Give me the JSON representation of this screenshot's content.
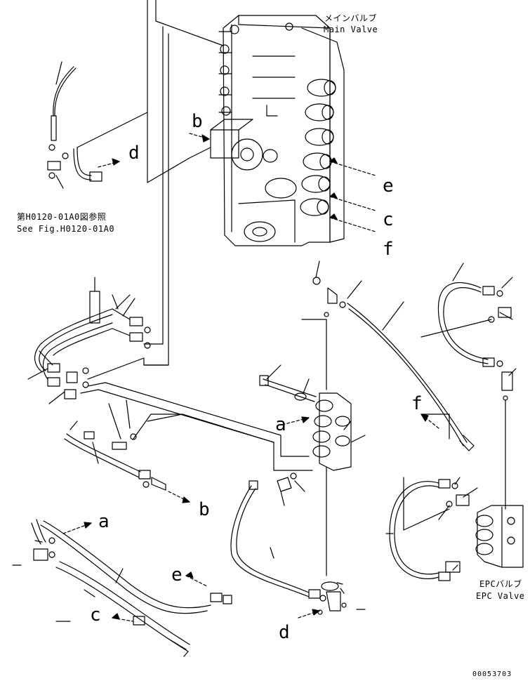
{
  "main_valve": {
    "label_jp": "メインバルブ",
    "label_en": "Main Valve"
  },
  "epc_valve": {
    "label_jp": "EPCバルブ",
    "label_en": "EPC Valve"
  },
  "figure_reference": {
    "label_jp": "第H0120-01A0図参照",
    "label_en": "See Fig.H0120-01A0"
  },
  "connection_letters": {
    "b_top": "b",
    "d_top": "d",
    "e_main": "e",
    "c_main": "c",
    "f_main": "f",
    "f_right": "f",
    "a_center": "a",
    "b_lower": "b",
    "a_lower_left": "a",
    "e_lower": "e",
    "c_lower": "c",
    "d_bottom": "d"
  },
  "part_number": "00053703"
}
